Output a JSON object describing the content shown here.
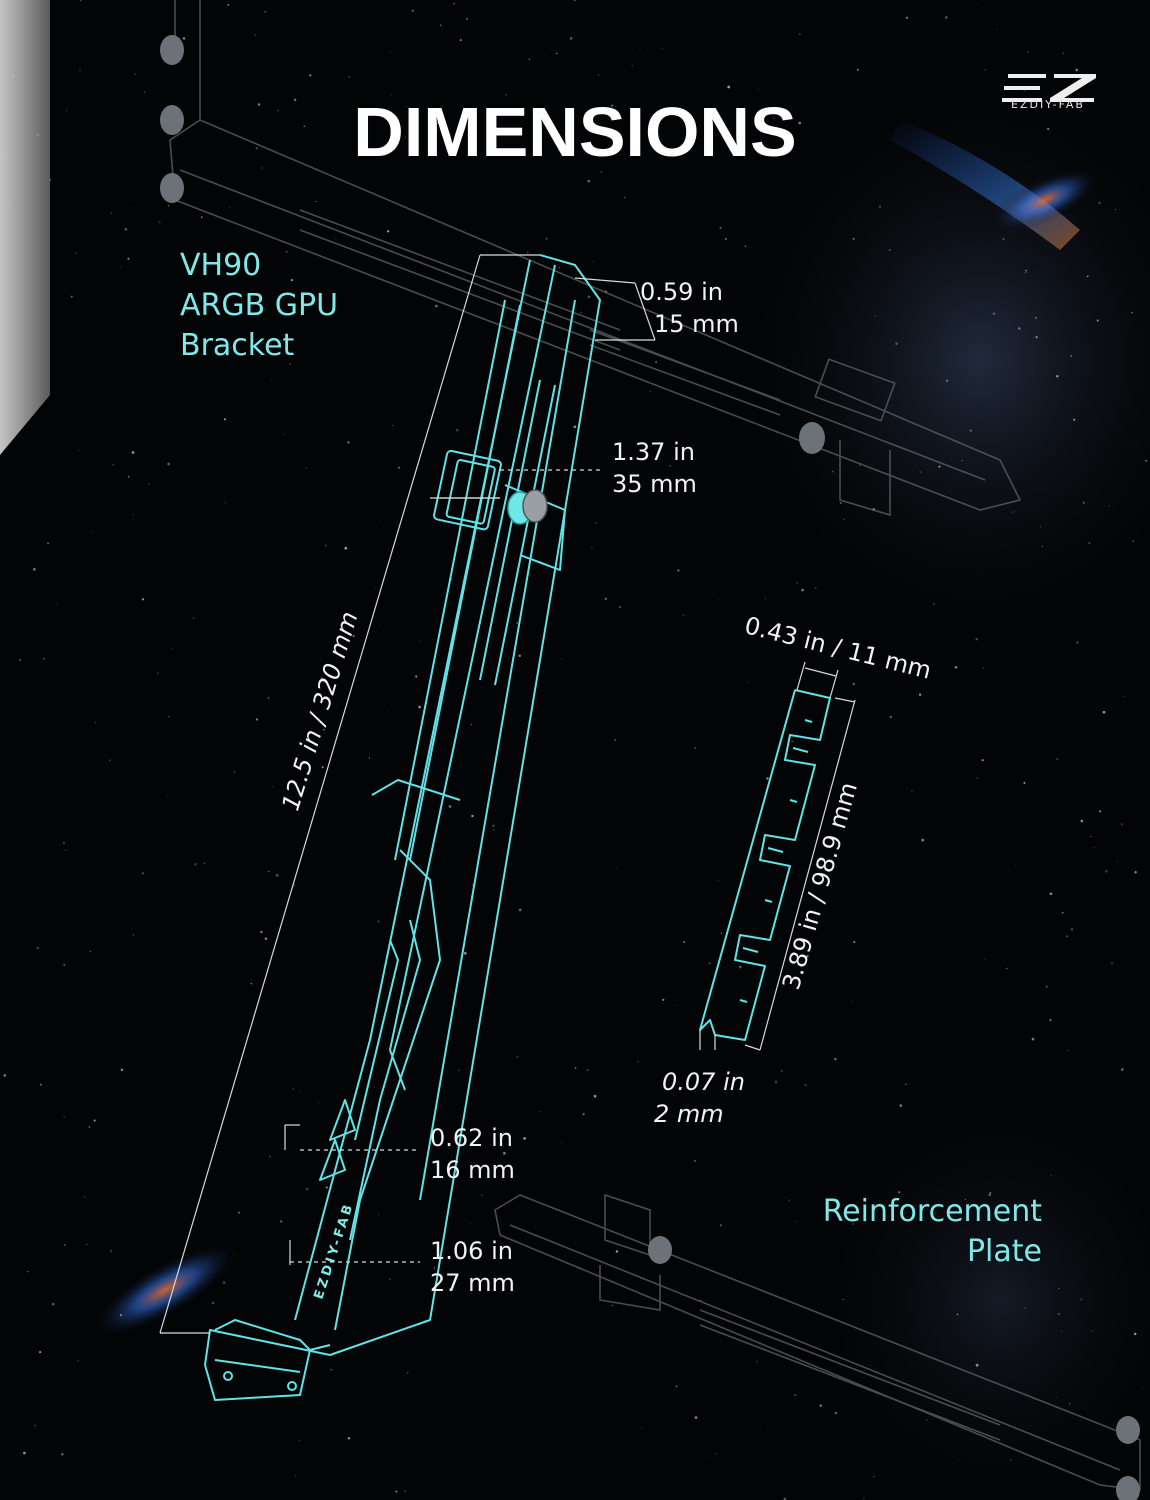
{
  "title": "DIMENSIONS",
  "brand": {
    "logo_text": "EZ",
    "name": "EZDIY-FAB"
  },
  "product_label": [
    "VH90",
    "ARGB GPU",
    "Bracket"
  ],
  "plate_label": [
    "Reinforcement",
    "Plate"
  ],
  "dimensions": {
    "top_width": [
      "0.59 in",
      "15 mm"
    ],
    "slider_height": [
      "1.37 in",
      "35 mm"
    ],
    "length": "12.5 in / 320 mm",
    "lower_width_a": [
      "0.62 in",
      "16 mm"
    ],
    "lower_width_b": [
      "1.06 in",
      "27 mm"
    ],
    "plate_width": "0.43 in / 11 mm",
    "plate_length": "3.89 in / 98.9 mm",
    "plate_thickness": [
      "0.07 in",
      "2 mm"
    ]
  },
  "engraving": "EZDIY-FAB",
  "colors": {
    "accent": "#7fe9ea",
    "line": "#5fe3e6",
    "background": "#030405"
  }
}
